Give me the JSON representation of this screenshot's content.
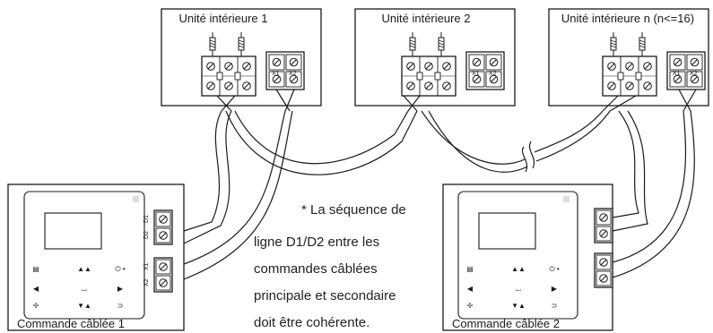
{
  "indoor_units": [
    {
      "label": "Unité intérieure 1"
    },
    {
      "label": "Unité intérieure 2"
    },
    {
      "label": "Unité intérieure n (n<=16)"
    }
  ],
  "controllers": [
    {
      "label": "Commande câblée 1"
    },
    {
      "label": "Commande câblée 2"
    }
  ],
  "terminals": {
    "controller": {
      "d1": "D1",
      "d2": "D2",
      "x1": "X1",
      "x2": "X2"
    },
    "indoor": {
      "x1": "X1",
      "x2": "X2"
    }
  },
  "note_lines": [
    "* La séquence de",
    "ligne D1/D2 entre les",
    "commandes câblées",
    "principale et secondaire",
    "doit être cohérente."
  ],
  "colors": {
    "line": "#1a1a1a",
    "background": "#ffffff"
  }
}
